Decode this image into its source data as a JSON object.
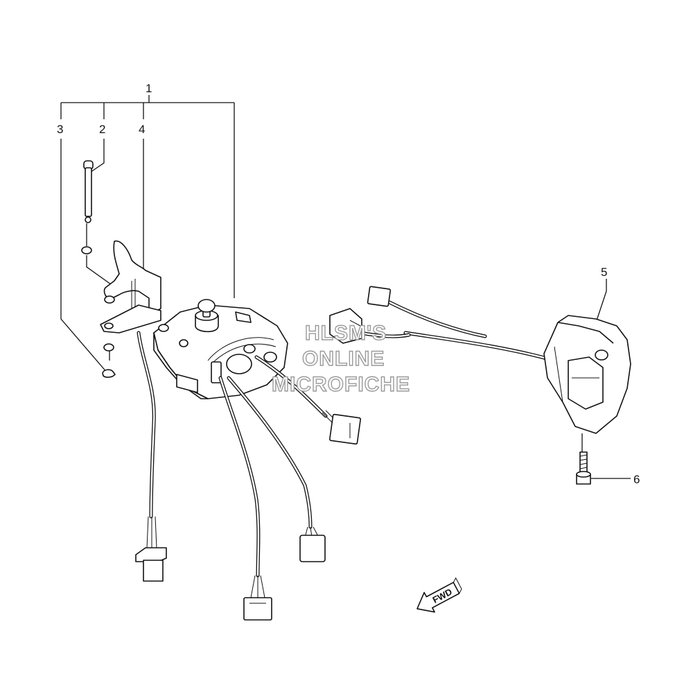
{
  "callouts": {
    "c1": "1",
    "c2": "2",
    "c3": "3",
    "c4": "4",
    "c5": "5",
    "c6": "6"
  },
  "watermark": {
    "line1": "HLSM'S",
    "line2": "ONLINE",
    "line3": "MICROFICHE"
  },
  "direction": {
    "label": "FWD"
  }
}
